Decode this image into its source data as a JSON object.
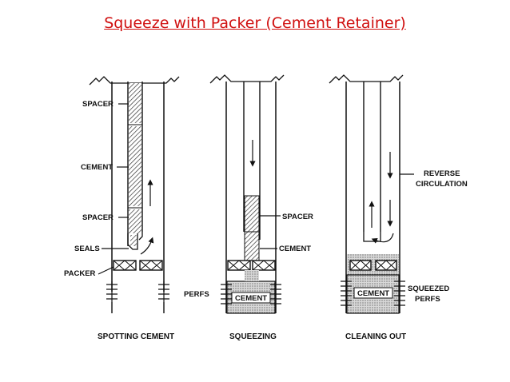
{
  "title": "Squeeze with Packer (Cement Retainer)",
  "colors": {
    "title": "#d01010",
    "line": "#111111"
  },
  "panels": {
    "spotting": {
      "caption": "SPOTTING CEMENT",
      "labels": {
        "spacer_top": "SPACER",
        "cement": "CEMENT",
        "spacer_bottom": "SPACER",
        "seals": "SEALS",
        "packer": "PACKER"
      }
    },
    "squeezing": {
      "caption": "SQUEEZING",
      "labels": {
        "spacer": "SPACER",
        "cement": "CEMENT",
        "perfs": "PERFS",
        "cement_below": "CEMENT"
      }
    },
    "cleaning": {
      "caption": "CLEANING OUT",
      "labels": {
        "reverse_line1": "REVERSE",
        "reverse_line2": "CIRCULATION",
        "cement_below": "CEMENT",
        "squeezed_line1": "SQUEEZED",
        "squeezed_line2": "PERFS"
      }
    }
  }
}
